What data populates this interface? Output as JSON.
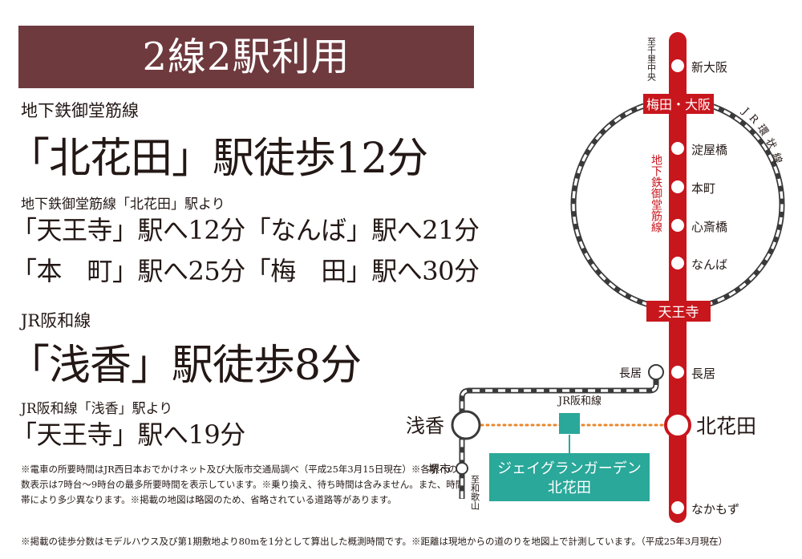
{
  "banner": {
    "title": "2線2駅利用"
  },
  "midosuji": {
    "line_name": "地下鉄御堂筋線",
    "headline": "「北花田」駅徒歩12分",
    "from_label": "地下鉄御堂筋線「北花田」駅より",
    "row1": "「天王寺」駅へ12分「なんば」駅へ21分",
    "row2": "「本　町」駅へ25分「梅　田」駅へ30分"
  },
  "hanwa": {
    "line_name": "JR阪和線",
    "headline": "「浅香」駅徒歩8分",
    "from_label": "JR阪和線「浅香」駅より",
    "row1": "「天王寺」駅へ19分"
  },
  "notes": "※電車の所要時間はJR西日本おでかけネット及び大阪市交通局調べ（平成25年3月15日現在）※各駅への分数表示は7時台〜9時台の最多所要時間を表示しています。※乗り換え、待ち時間は含みません。また、時間帯により多少異なります。※掲載の地図は略図のため、省略されている道路等があります。",
  "footer": "※掲載の徒歩分数はモデルハウス及び第1期敷地より80mを1分として算出した概測時間です。※距離は現地からの道のりを地図上で計測しています。（平成25年3月現在）",
  "map": {
    "colors": {
      "midosuji": "#c8161d",
      "jr": "#3a3a3a",
      "site": "#2aa89a",
      "walk": "#e8872e",
      "banner": "#6e3a3e"
    },
    "direction_senri": "至千里中央",
    "direction_wakayama": "至和歌山",
    "loop_label": "JR環状線",
    "midosuji_label": "地下鉄御堂筋線",
    "hanwa_label": "JR阪和線",
    "stations": {
      "shinosaka": "新大阪",
      "umeda": "梅田・大阪",
      "yodoyabashi": "淀屋橋",
      "honmachi": "本町",
      "shinsaibashi": "心斎橋",
      "namba": "なんば",
      "tennoji": "天王寺",
      "nagai_m": "長居",
      "nagai_jr": "長居",
      "kitahanada": "北花田",
      "nakamozu": "なかもず",
      "asaka": "浅香",
      "sakaishi": "堺市"
    },
    "site_name_line1": "ジェイグランガーデン",
    "site_name_line2": "北花田"
  }
}
